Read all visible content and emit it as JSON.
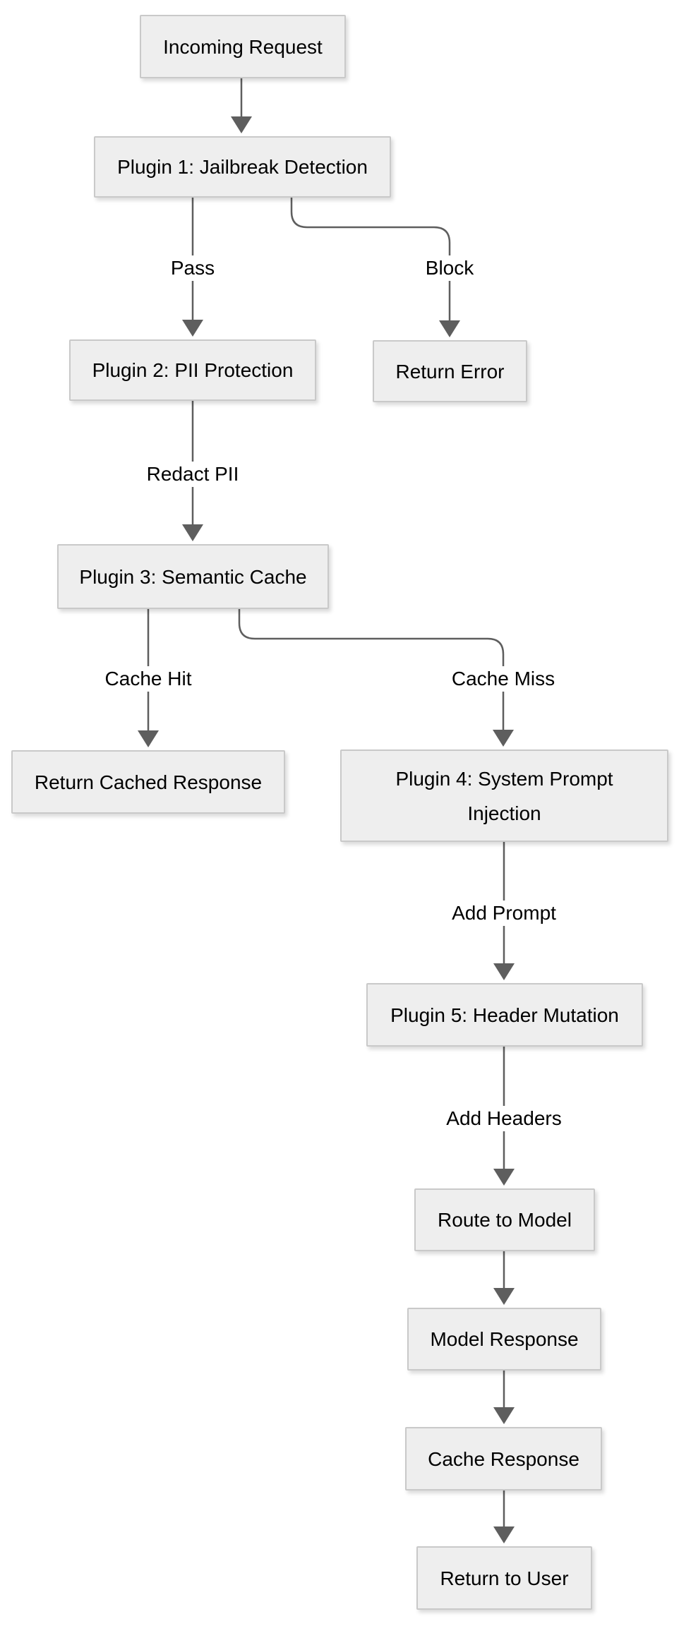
{
  "diagram": {
    "type": "flowchart",
    "direction": "top-down",
    "colors": {
      "background": "#ffffff",
      "node_fill": "#eeeeee",
      "node_border": "#c9c9c9",
      "edge": "#5e5e5e",
      "text": "#000000"
    },
    "nodes": [
      {
        "id": "incoming-request",
        "label": "Incoming Request"
      },
      {
        "id": "plugin1-jailbreak-detection",
        "label": "Plugin 1: Jailbreak Detection"
      },
      {
        "id": "plugin2-pii-protection",
        "label": "Plugin 2: PII Protection"
      },
      {
        "id": "return-error",
        "label": "Return Error"
      },
      {
        "id": "plugin3-semantic-cache",
        "label": "Plugin 3: Semantic Cache"
      },
      {
        "id": "return-cached-response",
        "label": "Return Cached Response"
      },
      {
        "id": "plugin4-system-prompt-injection",
        "label": "Plugin 4: System Prompt Injection",
        "lines": [
          "Plugin 4: System Prompt",
          "Injection"
        ]
      },
      {
        "id": "plugin5-header-mutation",
        "label": "Plugin 5: Header Mutation"
      },
      {
        "id": "route-to-model",
        "label": "Route to Model"
      },
      {
        "id": "model-response",
        "label": "Model Response"
      },
      {
        "id": "cache-response",
        "label": "Cache Response"
      },
      {
        "id": "return-to-user",
        "label": "Return to User"
      }
    ],
    "edges": [
      {
        "from": "incoming-request",
        "to": "plugin1-jailbreak-detection",
        "label": ""
      },
      {
        "from": "plugin1-jailbreak-detection",
        "to": "plugin2-pii-protection",
        "label": "Pass"
      },
      {
        "from": "plugin1-jailbreak-detection",
        "to": "return-error",
        "label": "Block"
      },
      {
        "from": "plugin2-pii-protection",
        "to": "plugin3-semantic-cache",
        "label": "Redact PII"
      },
      {
        "from": "plugin3-semantic-cache",
        "to": "return-cached-response",
        "label": "Cache Hit"
      },
      {
        "from": "plugin3-semantic-cache",
        "to": "plugin4-system-prompt-injection",
        "label": "Cache Miss"
      },
      {
        "from": "plugin4-system-prompt-injection",
        "to": "plugin5-header-mutation",
        "label": "Add Prompt"
      },
      {
        "from": "plugin5-header-mutation",
        "to": "route-to-model",
        "label": "Add Headers"
      },
      {
        "from": "route-to-model",
        "to": "model-response",
        "label": ""
      },
      {
        "from": "model-response",
        "to": "cache-response",
        "label": ""
      },
      {
        "from": "cache-response",
        "to": "return-to-user",
        "label": ""
      }
    ]
  }
}
